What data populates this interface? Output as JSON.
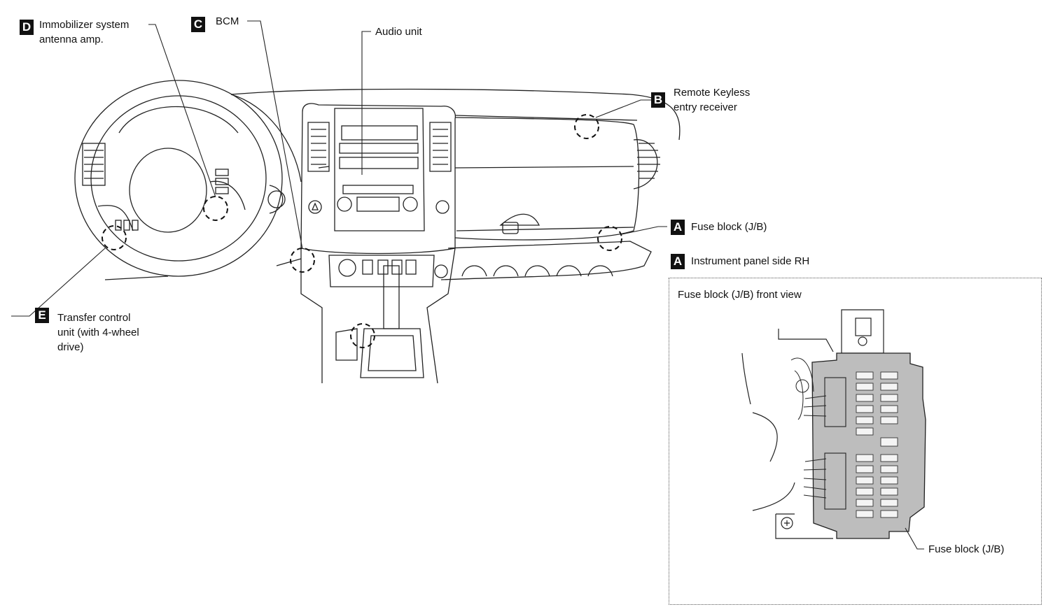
{
  "callouts": [
    {
      "letter": "D",
      "text": "Immobilizer system\nantenna amp."
    },
    {
      "letter": "C",
      "text": "BCM"
    },
    {
      "text": "Audio unit"
    },
    {
      "letter": "B",
      "text": "Remote Keyless\nentry receiver"
    },
    {
      "letter": "A",
      "text": "Fuse block (J/B)"
    },
    {
      "letter": "A",
      "text": "Instrument panel side RH"
    },
    {
      "letter": "E",
      "text": "Transfer control\nunit (with 4-wheel\ndrive)"
    }
  ],
  "inset": {
    "title": "Fuse block (J/B) front view",
    "callout": "Fuse block (J/B)"
  }
}
